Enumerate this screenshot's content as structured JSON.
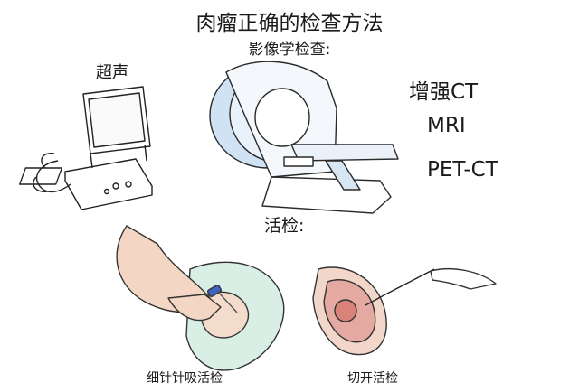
{
  "title": "肉瘤正确的检查方法",
  "imaging": {
    "heading": "影像学检查:",
    "ultrasound": "超声",
    "methods": [
      "增强CT",
      "MRI",
      "PET-CT"
    ]
  },
  "biopsy": {
    "heading": "活检:",
    "fine_needle": "细针针吸活检",
    "incisional": "切开活检"
  }
}
